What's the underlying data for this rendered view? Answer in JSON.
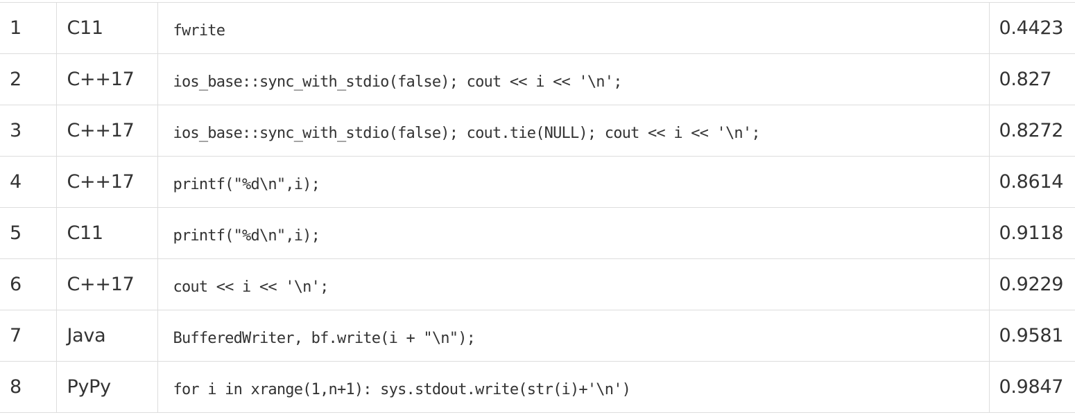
{
  "rows": [
    {
      "rank": "1",
      "language": "C11",
      "method": "fwrite",
      "time": "0.4423"
    },
    {
      "rank": "2",
      "language": "C++17",
      "method": "ios_base::sync_with_stdio(false); cout << i << '\\n';",
      "time": "0.827"
    },
    {
      "rank": "3",
      "language": "C++17",
      "method": "ios_base::sync_with_stdio(false); cout.tie(NULL); cout << i << '\\n';",
      "time": "0.8272"
    },
    {
      "rank": "4",
      "language": "C++17",
      "method": "printf(\"%d\\n\",i);",
      "time": "0.8614"
    },
    {
      "rank": "5",
      "language": "C11",
      "method": "printf(\"%d\\n\",i);",
      "time": "0.9118"
    },
    {
      "rank": "6",
      "language": "C++17",
      "method": "cout << i << '\\n';",
      "time": "0.9229"
    },
    {
      "rank": "7",
      "language": "Java",
      "method": "BufferedWriter, bf.write(i + \"\\n\");",
      "time": "0.9581"
    },
    {
      "rank": "8",
      "language": "PyPy",
      "method": "for i in xrange(1,n+1): sys.stdout.write(str(i)+'\\n')",
      "time": "0.9847"
    }
  ]
}
